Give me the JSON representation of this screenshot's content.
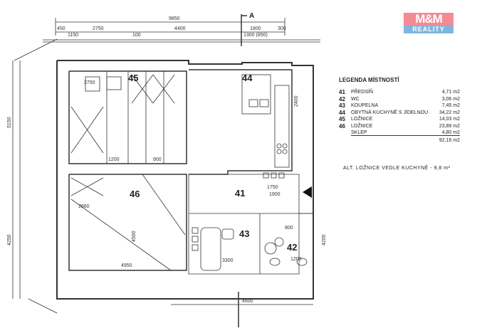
{
  "logo": {
    "top": "M&M",
    "bottom": "REALITY"
  },
  "legend": {
    "title": "LEGENDA MÍSTNOSTÍ",
    "rooms": [
      {
        "num": "41",
        "name": "PŘEDSÍŇ",
        "area": "4,71 m2"
      },
      {
        "num": "42",
        "name": "WC",
        "area": "3,06 m2"
      },
      {
        "num": "43",
        "name": "KOUPELNA",
        "area": "7,45 m2"
      },
      {
        "num": "44",
        "name": "OBYTNÁ KUCHYNĚ S JÍDELNOU",
        "area": "34,22 m2"
      },
      {
        "num": "45",
        "name": "LOŽNICE",
        "area": "14,03 m2"
      },
      {
        "num": "46",
        "name": "LOŽNICE",
        "area": "23,89 m2"
      },
      {
        "num": "",
        "name": "SKLEP",
        "area": "4,80 m2"
      }
    ],
    "total": "92,16 m2"
  },
  "note": "ALT. LOŽNICE VEDLE KUCHYNĚ - 9,8 m²",
  "plan": {
    "rooms": {
      "r41": "41",
      "r42": "42",
      "r43": "43",
      "r44": "44",
      "r45": "45",
      "r46": "46"
    },
    "section_mark": "A",
    "dims": {
      "total_width": "9850",
      "d450": "450",
      "d1150": "1150",
      "d2750": "2750",
      "d100": "100",
      "d4400": "4400",
      "d1800": "1800",
      "d1300": "1300 (850)",
      "d300": "300",
      "d5150": "5150",
      "d4250": "4250",
      "d4600": "4600",
      "d2750b": "2750",
      "d4950": "4950",
      "d2860": "2860",
      "d4500": "4500",
      "d1200": "1200",
      "d900": "900",
      "d3300": "3300",
      "d1750": "1750",
      "d1900": "1900",
      "d800": "800",
      "d1200b": "1200",
      "d2400": "2400",
      "d4200": "4200"
    }
  }
}
